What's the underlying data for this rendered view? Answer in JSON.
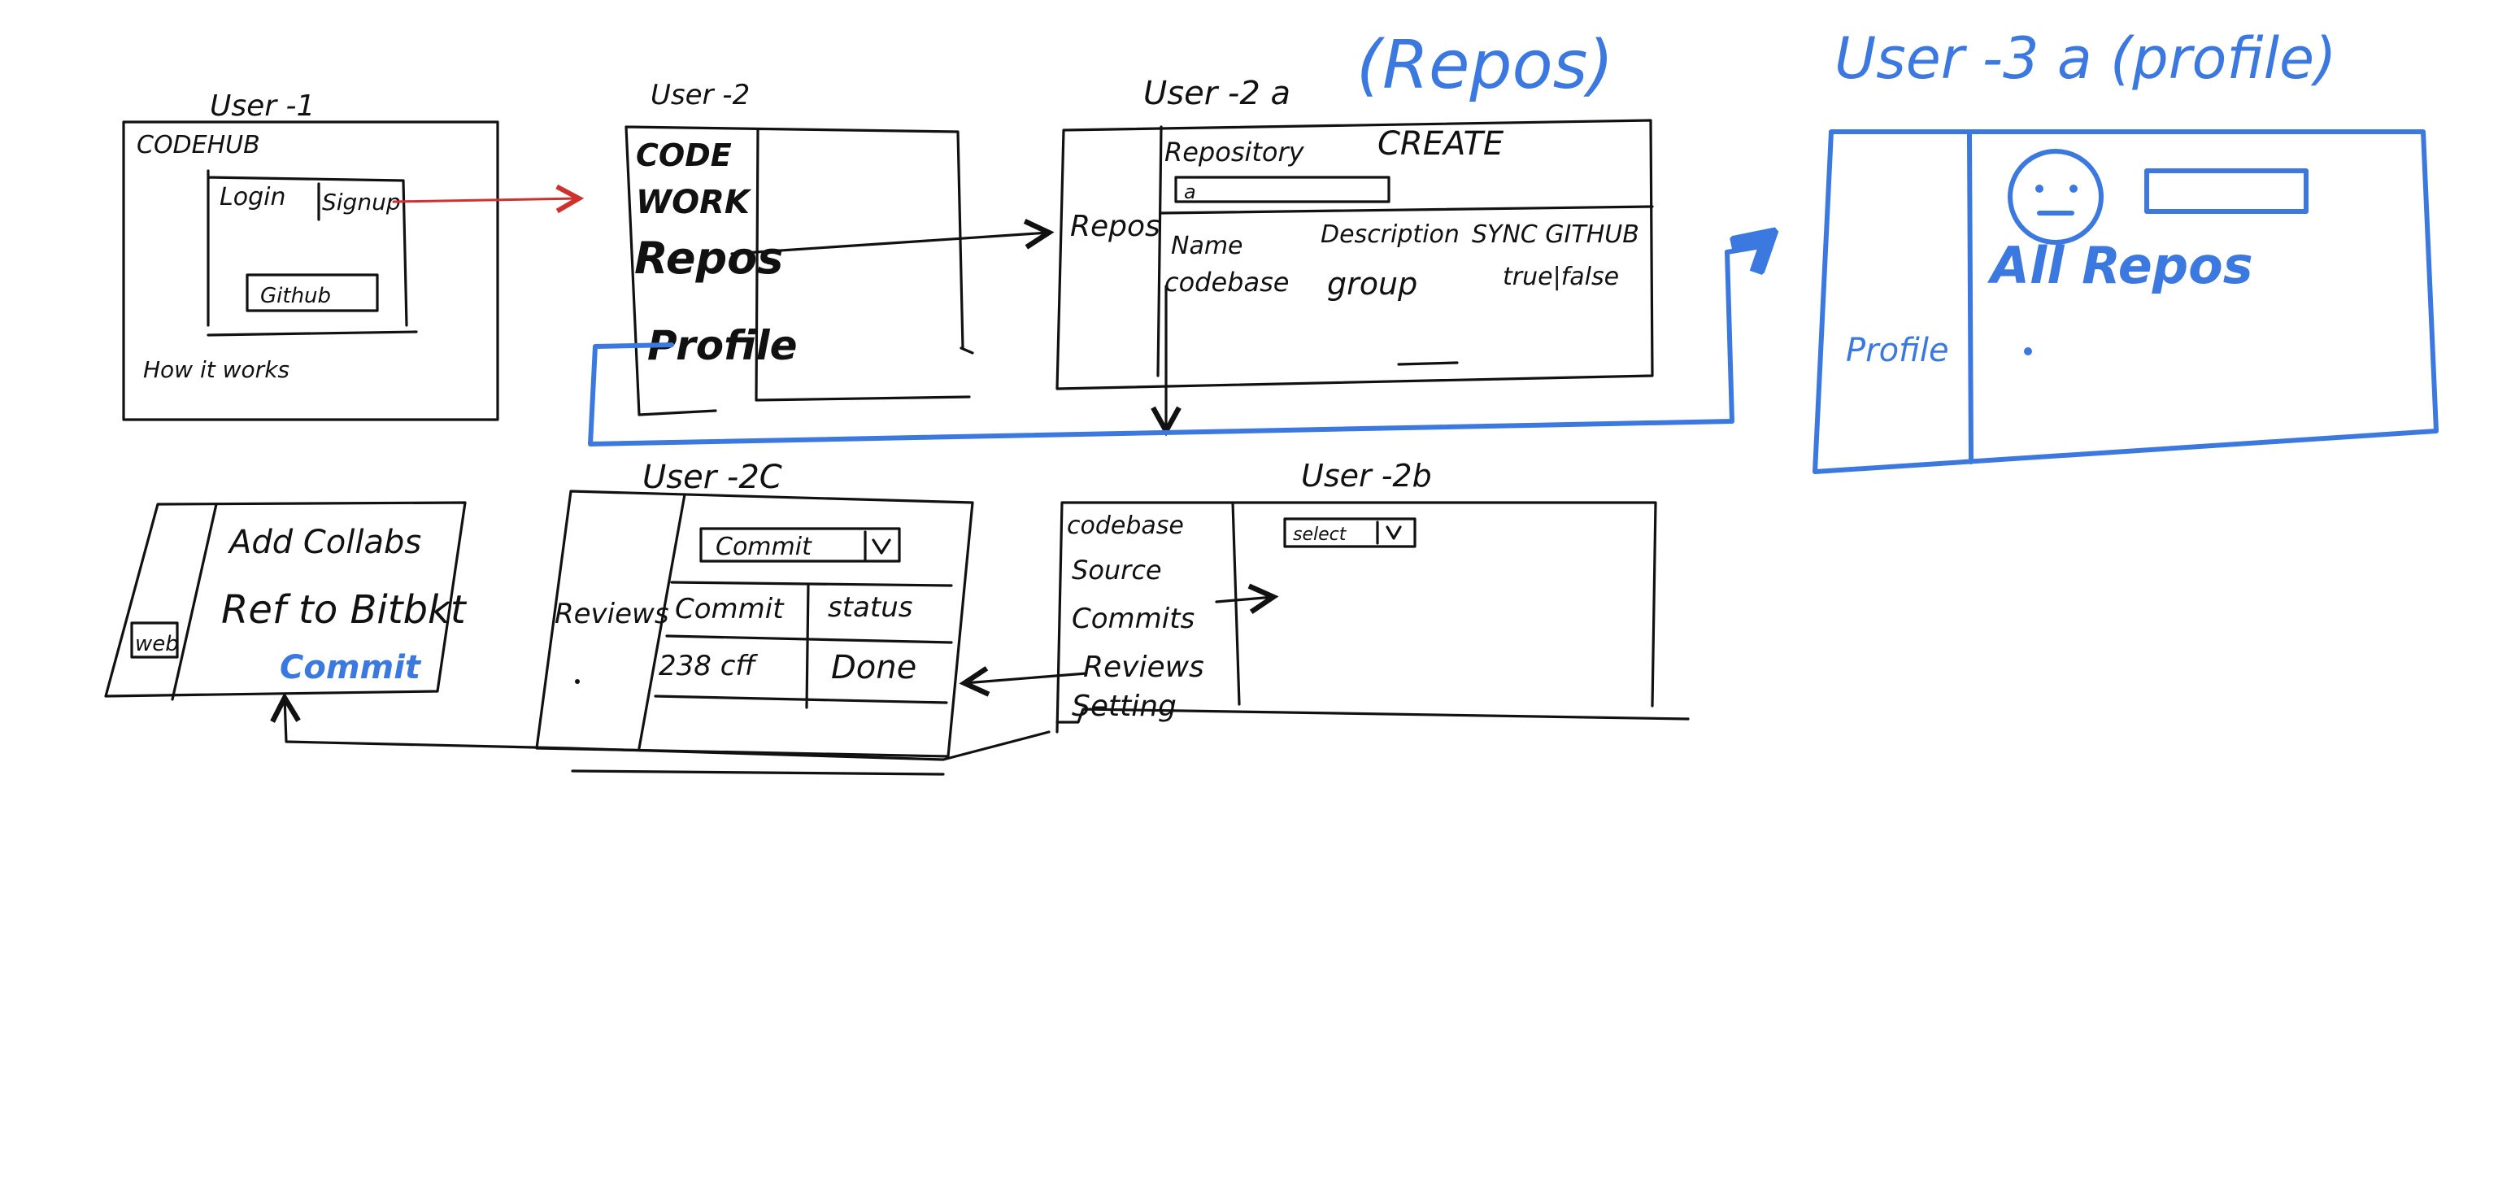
{
  "user1": {
    "title": "User -1",
    "logo": "CODEHUB",
    "login": "Login",
    "signup": "Signup",
    "github": "Github",
    "how_it_works": "How it works"
  },
  "user2": {
    "title": "User -2",
    "menu": [
      "CODE",
      "WORK",
      "Repos",
      "Profile"
    ]
  },
  "user2a": {
    "title": "User -2 a",
    "title_note": "(Repos)",
    "side": "Repos",
    "repository": "Repository",
    "create": "CREATE",
    "search": "a",
    "columns": [
      "Name",
      "Description",
      "SYNC GITHUB"
    ],
    "row": [
      "codebase",
      "group",
      "true|false"
    ]
  },
  "user3a": {
    "title": "User -3 a (profile)",
    "side": "Profile",
    "all_repos": "All Repos"
  },
  "user2b": {
    "title": "User -2b",
    "menu": [
      "codebase",
      "Source",
      "Commits",
      "Reviews",
      "Setting"
    ],
    "select": "select"
  },
  "user2c": {
    "title": "User -2C",
    "side": "Reviews",
    "commit_select": "Commit",
    "columns": [
      "Commit",
      "status"
    ],
    "row": [
      "238 cff",
      "Done"
    ]
  },
  "collab": {
    "side": "web",
    "add_collabs": "Add Collabs",
    "ref": "Ref to Bitbkt",
    "ref_note": "Commit"
  },
  "colors": {
    "ink": "#111111",
    "accent": "#3b78e0",
    "arrow": "#d0312d"
  }
}
